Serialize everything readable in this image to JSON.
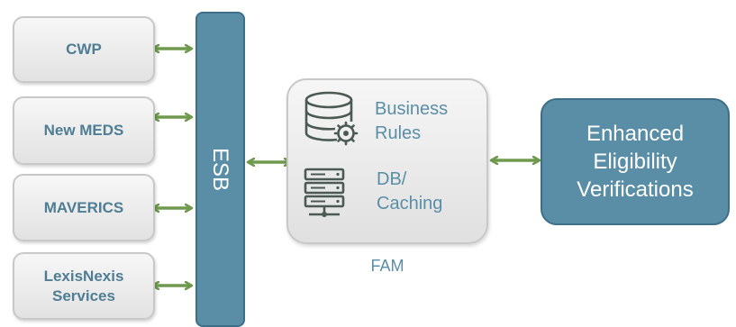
{
  "sources": [
    {
      "label": "CWP"
    },
    {
      "label": "New MEDS"
    },
    {
      "label": "MAVERICS"
    },
    {
      "label": "LexisNexis Services"
    }
  ],
  "esb": {
    "label": "ESB"
  },
  "fam": {
    "label": "FAM",
    "business_rules": "Business Rules",
    "db_caching": "DB/ Caching"
  },
  "target": {
    "label": "Enhanced Eligibility Verifications"
  },
  "colors": {
    "accent": "#5a8ea7",
    "accent_border": "#3d6f88",
    "arrow": "#6f9a4e",
    "box_border": "#c8c8c8"
  },
  "icons": {
    "business_rules": "database-gear-icon",
    "db_caching": "server-stack-icon"
  }
}
